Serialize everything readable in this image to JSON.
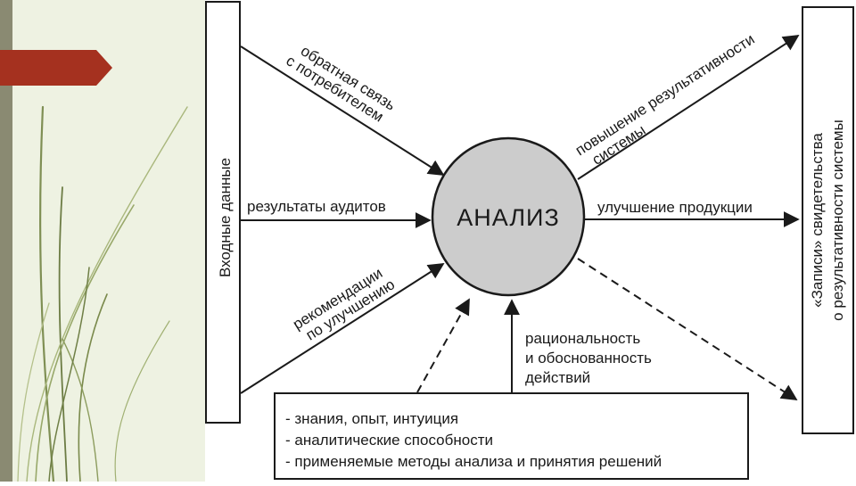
{
  "diagram": {
    "center_label": "АНАЛИЗ",
    "left_box_label": "Входные данные",
    "right_box_label_line1": "«Записи» свидетельства",
    "right_box_label_line2": "о результативности системы",
    "inputs": {
      "feedback_line1": "обратная связь",
      "feedback_line2": "с потребителем",
      "audits": "результаты аудитов",
      "recommendations_line1": "рекомендации",
      "recommendations_line2": "по улучшению"
    },
    "outputs": {
      "effectiveness_line1": "повышение результативности",
      "effectiveness_line2": "системы",
      "product": "улучшение продукции"
    },
    "rationality": [
      "рациональность",
      "и обоснованность",
      "действий"
    ],
    "bottom_box": [
      "- знания, опыт, интуиция",
      "- аналитические способности",
      "- применяемые методы анализа и принятия решений"
    ]
  },
  "colors": {
    "slide_bg": "#eef2e2",
    "left_strip": "#8a8a72",
    "red_tab": "#a5311f",
    "ellipse_fill": "#cccccc",
    "line": "#1a1a1a"
  }
}
